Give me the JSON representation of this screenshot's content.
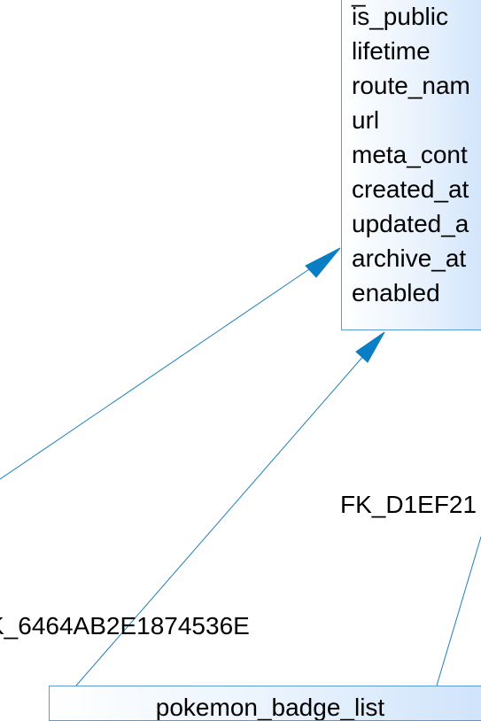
{
  "entities": {
    "main": {
      "partial_field": "_",
      "fields": [
        "is_public",
        "lifetime",
        "route_nam",
        "url",
        "meta_cont",
        "created_at",
        "updated_a",
        "archive_at",
        "enabled"
      ]
    },
    "bottom": {
      "title": "pokemon_badge_list"
    }
  },
  "relations": [
    {
      "label": "K_6464AB2E1874536E"
    },
    {
      "label": "FK_D1EF21"
    }
  ],
  "colors": {
    "line": "#1f7fb8",
    "arrow": "#0a7ec4",
    "box_border": "#5a9bd5",
    "box_fill": "#cfe3fb"
  }
}
